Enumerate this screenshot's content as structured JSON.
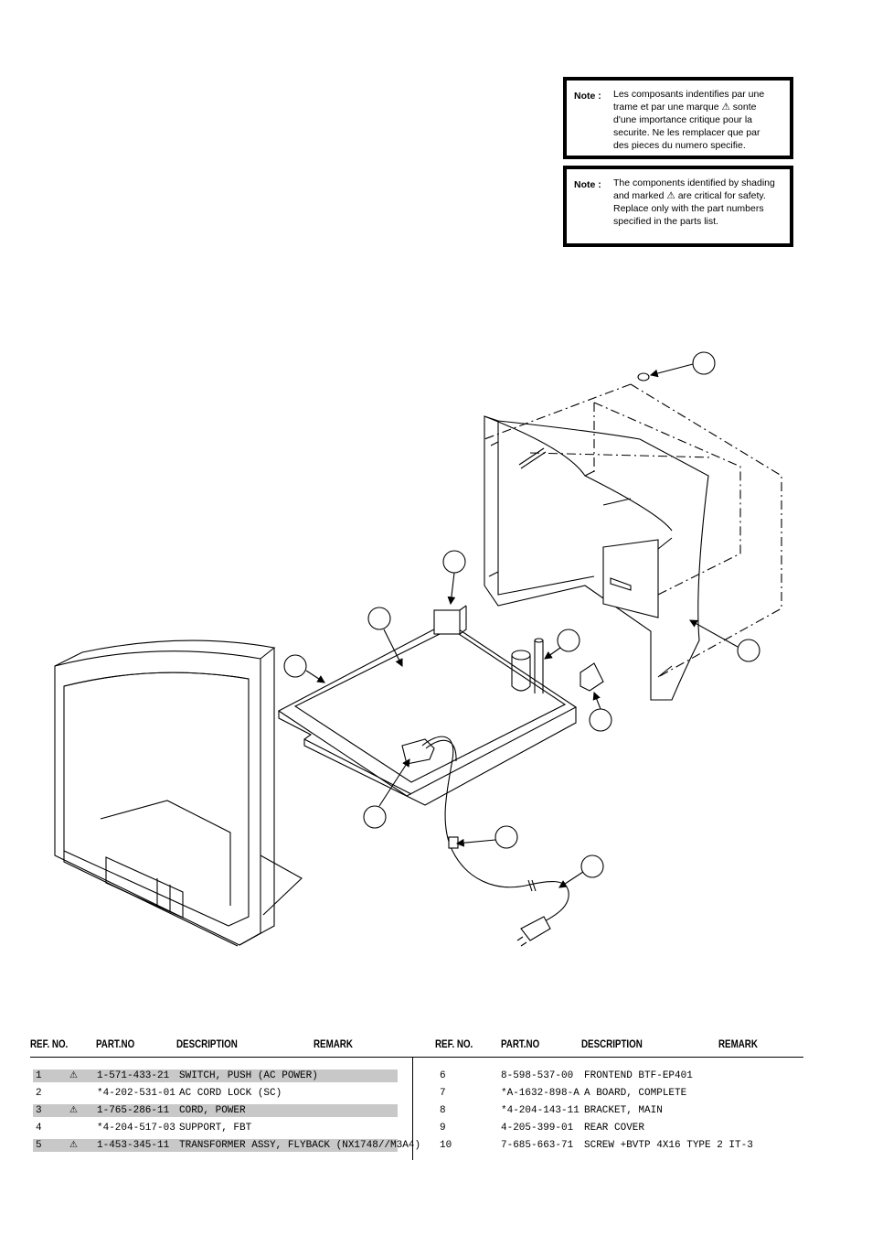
{
  "notes": {
    "french": {
      "label": "Note :",
      "lines": [
        "Les composants indentifies par une",
        "trame et par une marque ⚠  sonte",
        "d'une importance critique pour la",
        "securite. Ne les remplacer que par",
        "des pieces du numero specifie."
      ]
    },
    "english": {
      "label": "Note :",
      "lines": [
        "The components identified by shading",
        "and marked ⚠  are critical for safety.",
        "Replace only with the part numbers",
        "specified in the parts list."
      ]
    }
  },
  "table": {
    "headers": {
      "ref": "REF. NO.",
      "part": "PART.NO",
      "desc": "DESCRIPTION",
      "remark": "REMARK"
    },
    "left_rows": [
      {
        "ref": "1",
        "mark": "⚠",
        "part": "1-571-433-21",
        "desc": "SWITCH, PUSH (AC POWER)",
        "shaded": true
      },
      {
        "ref": "2",
        "mark": "",
        "part": "*4-202-531-01",
        "desc": "AC CORD LOCK (SC)",
        "shaded": false
      },
      {
        "ref": "3",
        "mark": "⚠",
        "part": "1-765-286-11",
        "desc": "CORD, POWER",
        "shaded": true
      },
      {
        "ref": "4",
        "mark": "",
        "part": "*4-204-517-03",
        "desc": "SUPPORT, FBT",
        "shaded": false
      },
      {
        "ref": "5",
        "mark": "⚠",
        "part": "1-453-345-11",
        "desc": "TRANSFORMER ASSY, FLYBACK (NX1748//M3A4)",
        "shaded": true
      }
    ],
    "right_rows": [
      {
        "ref": "6",
        "part": "8-598-537-00",
        "desc": "FRONTEND BTF-EP401"
      },
      {
        "ref": "7",
        "part": "*A-1632-898-A",
        "desc": "A BOARD, COMPLETE"
      },
      {
        "ref": "8",
        "part": "*4-204-143-11",
        "desc": "BRACKET, MAIN"
      },
      {
        "ref": "9",
        "part": "4-205-399-01",
        "desc": "REAR COVER"
      },
      {
        "ref": "10",
        "part": "7-685-663-71",
        "desc": "SCREW +BVTP 4X16 TYPE 2 IT-3"
      }
    ]
  }
}
